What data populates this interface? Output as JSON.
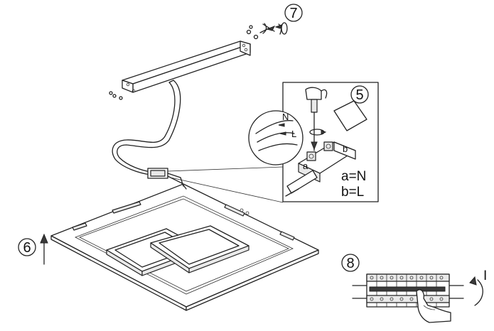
{
  "steps": {
    "mount": "6",
    "wiring": "5",
    "bracket": "7",
    "power": "8"
  },
  "wiring_detail": {
    "legend_a": "a=N",
    "legend_b": "b=L",
    "wire_n": "N",
    "wire_l": "L",
    "terminal_a": "a",
    "terminal_b": "b"
  },
  "power_switch": {
    "on_symbol": "I"
  }
}
